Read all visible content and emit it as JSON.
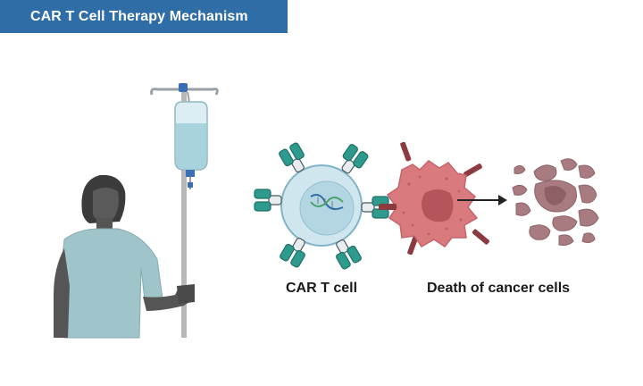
{
  "title": "CAR T Cell Therapy Mechanism",
  "labels": {
    "car_t_cell": "CAR T cell",
    "death_of_cancer_cells": "Death of cancer cells"
  },
  "colors": {
    "banner": "#2f6da6",
    "gown": "#9fc4c9",
    "skin": "#555555",
    "iv_fluid": "#a9d3dc",
    "t_cell": "#cfe6ef",
    "receptor": "#2e9a8e",
    "cancer_cell": "#d97a7e",
    "dead_cell": "#a77b80"
  },
  "icons": [
    "patient-icon",
    "iv-drip-icon",
    "dna-icon",
    "arrow-right-icon"
  ]
}
